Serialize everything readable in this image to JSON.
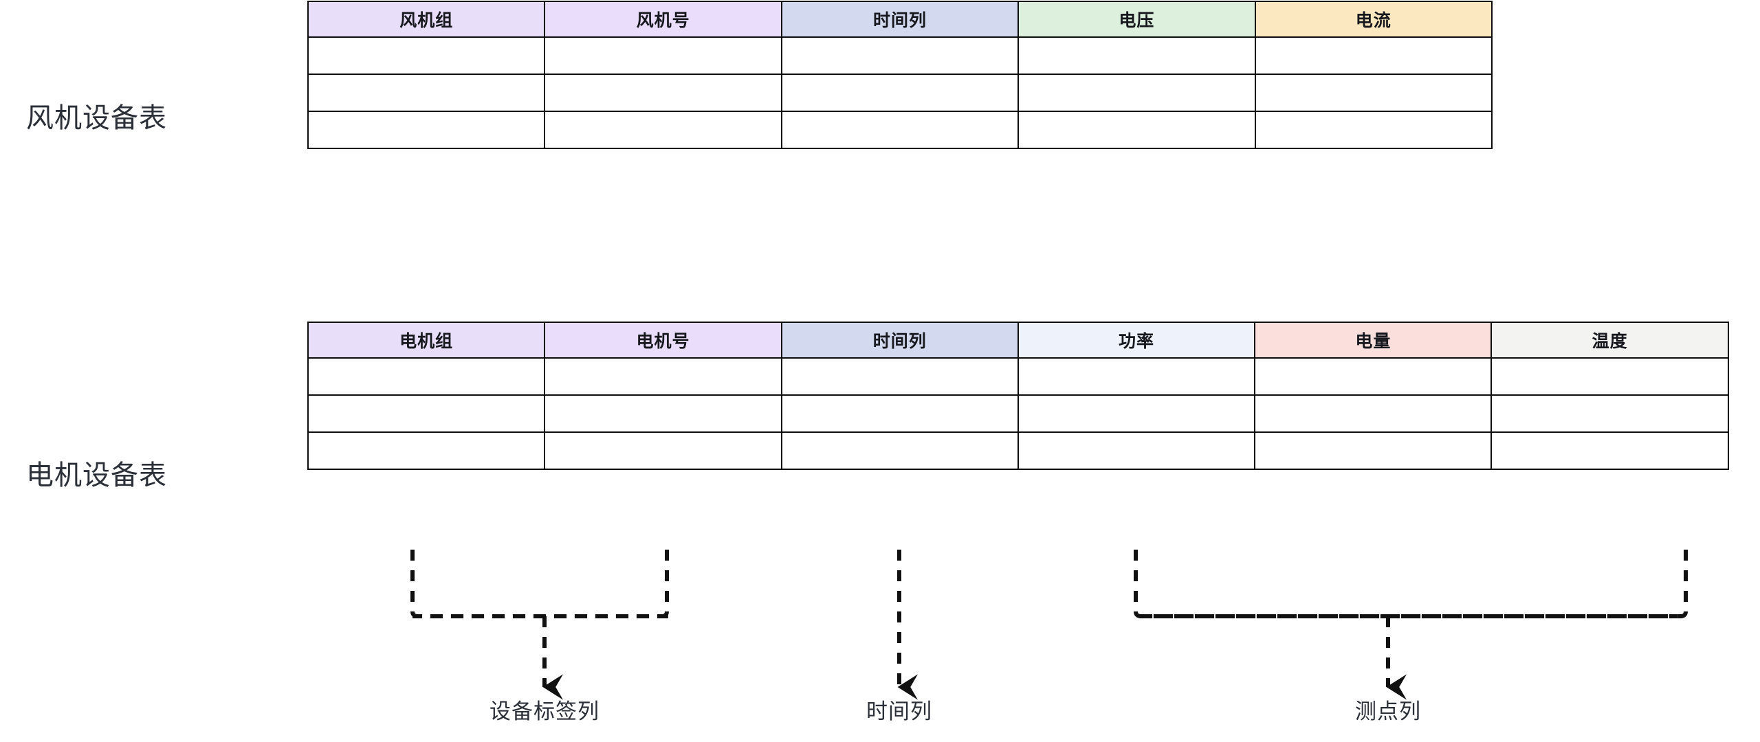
{
  "diagram": {
    "background_color": "#ffffff",
    "border_color": "#0d0d0d",
    "text_color": "#2b2f38"
  },
  "tables": [
    {
      "caption": "风机设备表",
      "columns": [
        {
          "label": "风机组",
          "fill": "#e8defa",
          "role": "device-tag"
        },
        {
          "label": "风机号",
          "fill": "#e9ddfb",
          "role": "device-tag"
        },
        {
          "label": "时间列",
          "fill": "#d3d9ef",
          "role": "time"
        },
        {
          "label": "电压",
          "fill": "#ddf0dd",
          "role": "measure"
        },
        {
          "label": "电流",
          "fill": "#fbe8c0",
          "role": "measure"
        }
      ],
      "empty_row_count": 3
    },
    {
      "caption": "电机设备表",
      "columns": [
        {
          "label": "电机组",
          "fill": "#e8defa",
          "role": "device-tag"
        },
        {
          "label": "电机号",
          "fill": "#e9ddfb",
          "role": "device-tag"
        },
        {
          "label": "时间列",
          "fill": "#d3d9ef",
          "role": "time"
        },
        {
          "label": "功率",
          "fill": "#edf2fb",
          "role": "measure"
        },
        {
          "label": "电量",
          "fill": "#fbdfdc",
          "role": "measure"
        },
        {
          "label": "温度",
          "fill": "#f3f3f2",
          "role": "measure"
        }
      ],
      "empty_row_count": 3
    }
  ],
  "annotations": {
    "leaf_labels": [
      {
        "text": "设备标签列",
        "source_columns": [
          "电机组",
          "电机号"
        ]
      },
      {
        "text": "时间列",
        "source_columns": [
          "时间列"
        ]
      },
      {
        "text": "测点列",
        "source_columns": [
          "功率",
          "电量",
          "温度"
        ]
      }
    ]
  },
  "connectors": {
    "style": "dashed",
    "color": "#111111",
    "arrow": "down-arrow"
  }
}
